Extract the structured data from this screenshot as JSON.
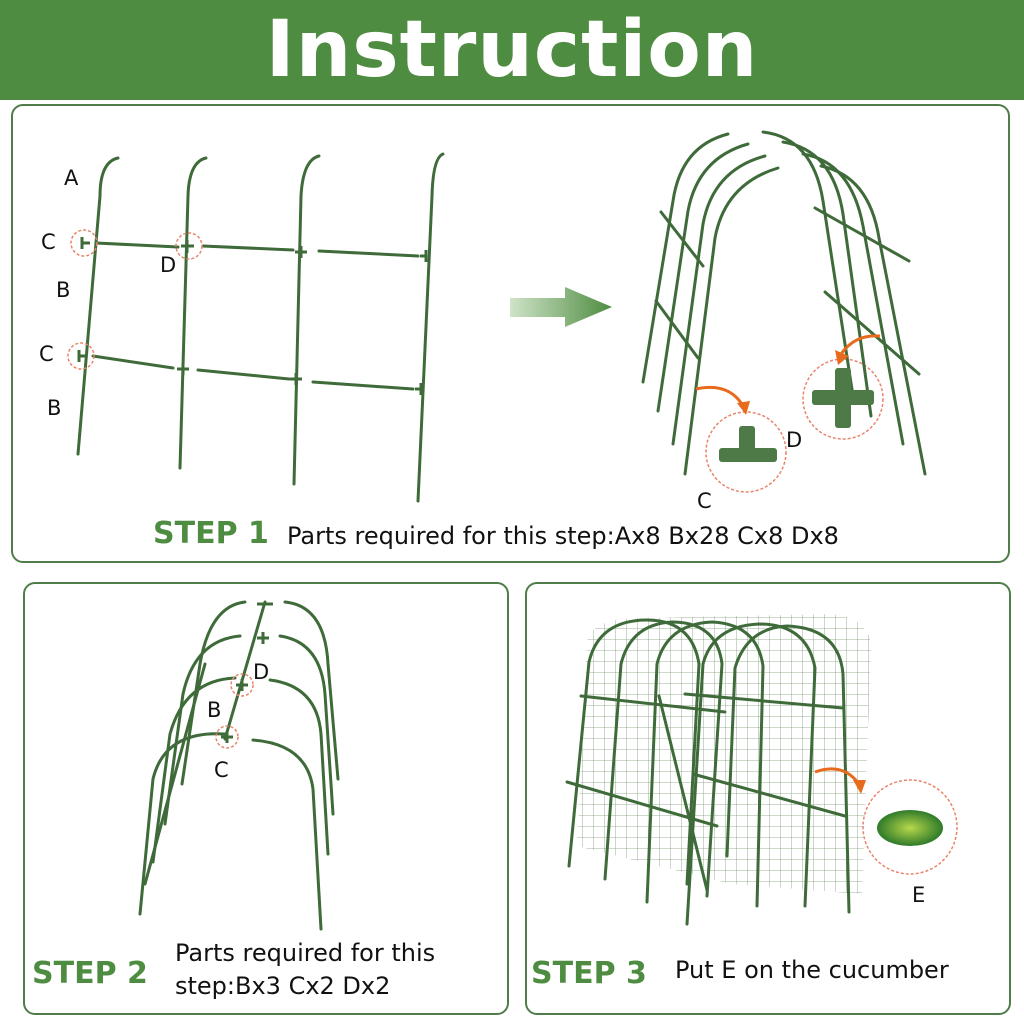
{
  "header": {
    "title": "Instruction"
  },
  "step1": {
    "step_label": "STEP 1",
    "description": "Parts required for this step:Ax8 Bx28 Cx8 Dx8",
    "labels": {
      "a": "A",
      "c_top": "C",
      "d_top": "D",
      "b_top": "B",
      "c_bottom": "C",
      "b_bottom": "B",
      "d_detail": "D",
      "c_detail": "C"
    }
  },
  "step2": {
    "step_label": "STEP 2",
    "description_line1": "Parts required for this",
    "description_line2": "step:Bx3 Cx2 Dx2",
    "labels": {
      "d": "D",
      "b": "B",
      "c": "C"
    }
  },
  "step3": {
    "step_label": "STEP 3",
    "description": "Put E on the cucumber",
    "labels": {
      "e": "E"
    }
  },
  "colors": {
    "banner": "#4e8c41",
    "frame_green": "#3f6b3a",
    "connector_green": "#5f8f57",
    "arrow_orange": "#e86a1d",
    "callout_dash": "#e8846a",
    "panel_border": "#4f7d49"
  }
}
